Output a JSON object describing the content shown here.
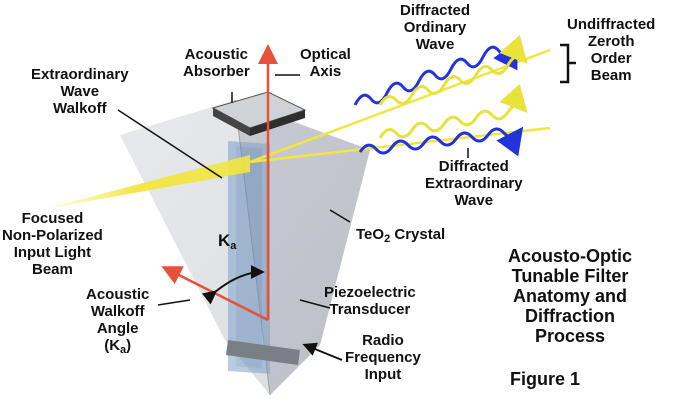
{
  "labels": {
    "diffracted_ordinary": [
      "Diffracted",
      "Ordinary",
      "Wave"
    ],
    "undiffracted_zeroth": [
      "Undiffracted",
      "Zeroth",
      "Order",
      "Beam"
    ],
    "acoustic_absorber": [
      "Acoustic",
      "Absorber"
    ],
    "optical_axis": [
      "Optical",
      "Axis"
    ],
    "extraordinary_walkoff": [
      "Extraordinary",
      "Wave",
      "Walkoff"
    ],
    "diffracted_extraordinary": [
      "Diffracted",
      "Extraordinary",
      "Wave"
    ],
    "focused_input": [
      "Focused",
      "Non-Polarized",
      "Input Light",
      "Beam"
    ],
    "ka_symbol": "K",
    "ka_subscript": "a",
    "crystal_prefix": "TeO",
    "crystal_subscript": "2",
    "crystal_suffix": " Crystal",
    "acoustic_walkoff_angle": [
      "Acoustic",
      "Walkoff",
      "Angle"
    ],
    "acoustic_walkoff_symbol_open": "(K",
    "acoustic_walkoff_symbol_sub": "a",
    "acoustic_walkoff_symbol_close": ")",
    "piezoelectric": [
      "Piezoelectric",
      "Transducer"
    ],
    "radio_frequency": [
      "Radio",
      "Frequency",
      "Input"
    ]
  },
  "title_lines": [
    "Acousto-Optic",
    "Tunable Filter",
    "Anatomy and",
    "Diffraction",
    "Process"
  ],
  "figure_label": "Figure 1",
  "colors": {
    "blue_wave": "#2233dd",
    "yellow_wave": "#e8e23a",
    "red_axis": "#e8503a",
    "crystal": "#c8ccd2",
    "absorber": "#555555"
  }
}
